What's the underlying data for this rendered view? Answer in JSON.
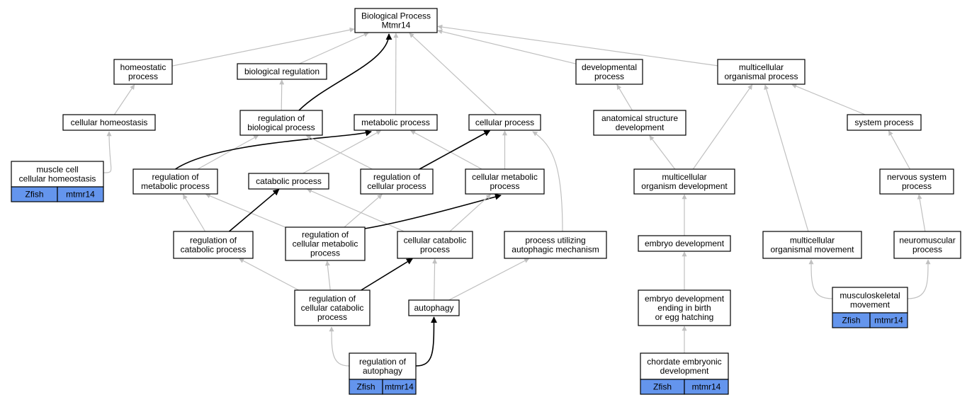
{
  "colors": {
    "edge_gray": "#c0c0c0",
    "edge_black": "#000000",
    "tag_fill": "#6495ed"
  },
  "nodes": [
    {
      "id": "bp",
      "lines": [
        "Biological Process",
        "Mtmr14"
      ]
    },
    {
      "id": "homeostatic",
      "lines": [
        "homeostatic",
        "process"
      ]
    },
    {
      "id": "bioreg",
      "lines": [
        "biological regulation"
      ]
    },
    {
      "id": "devproc",
      "lines": [
        "developmental",
        "process"
      ]
    },
    {
      "id": "multiorg",
      "lines": [
        "multicellular",
        "organismal process"
      ]
    },
    {
      "id": "cellhomeo",
      "lines": [
        "cellular homeostasis"
      ]
    },
    {
      "id": "regbio",
      "lines": [
        "regulation of",
        "biological process"
      ]
    },
    {
      "id": "metab",
      "lines": [
        "metabolic process"
      ]
    },
    {
      "id": "cellproc",
      "lines": [
        "cellular process"
      ]
    },
    {
      "id": "anat",
      "lines": [
        "anatomical structure",
        "development"
      ]
    },
    {
      "id": "sysproc",
      "lines": [
        "system process"
      ]
    },
    {
      "id": "musclehomeo",
      "lines": [
        "muscle cell",
        "cellular homeostasis"
      ],
      "tags": [
        "Zfish",
        "mtmr14"
      ]
    },
    {
      "id": "regmetab",
      "lines": [
        "regulation of",
        "metabolic process"
      ]
    },
    {
      "id": "catab",
      "lines": [
        "catabolic process"
      ]
    },
    {
      "id": "regcell",
      "lines": [
        "regulation of",
        "cellular process"
      ]
    },
    {
      "id": "cellmetab",
      "lines": [
        "cellular metabolic",
        "process"
      ]
    },
    {
      "id": "multidev",
      "lines": [
        "multicellular",
        "organism development"
      ]
    },
    {
      "id": "nervsys",
      "lines": [
        "nervous system",
        "process"
      ]
    },
    {
      "id": "regcatab",
      "lines": [
        "regulation of",
        "catabolic process"
      ]
    },
    {
      "id": "regcellmetab",
      "lines": [
        "regulation of",
        "cellular metabolic",
        "process"
      ]
    },
    {
      "id": "cellcatab",
      "lines": [
        "cellular catabolic",
        "process"
      ]
    },
    {
      "id": "autophmech",
      "lines": [
        "process utilizing",
        "autophagic mechanism"
      ]
    },
    {
      "id": "embryodev",
      "lines": [
        "embryo development"
      ]
    },
    {
      "id": "multimove",
      "lines": [
        "multicellular",
        "organismal movement"
      ]
    },
    {
      "id": "neuromusc",
      "lines": [
        "neuromuscular",
        "process"
      ]
    },
    {
      "id": "regcellcatab",
      "lines": [
        "regulation of",
        "cellular catabolic",
        "process"
      ]
    },
    {
      "id": "autophagy",
      "lines": [
        "autophagy"
      ]
    },
    {
      "id": "embryobirth",
      "lines": [
        "embryo development",
        "ending in birth",
        "or egg hatching"
      ]
    },
    {
      "id": "musculoskel",
      "lines": [
        "musculoskeletal",
        "movement"
      ],
      "tags": [
        "Zfish",
        "mtmr14"
      ]
    },
    {
      "id": "regautoph",
      "lines": [
        "regulation of",
        "autophagy"
      ],
      "tags": [
        "Zfish",
        "mtmr14"
      ]
    },
    {
      "id": "chordate",
      "lines": [
        "chordate embryonic",
        "development"
      ],
      "tags": [
        "Zfish",
        "mtmr14"
      ]
    }
  ],
  "edges": [
    {
      "from": "homeostatic",
      "to": "bp",
      "style": "gray"
    },
    {
      "from": "bioreg",
      "to": "bp",
      "style": "gray"
    },
    {
      "from": "devproc",
      "to": "bp",
      "style": "gray"
    },
    {
      "from": "multiorg",
      "to": "bp",
      "style": "gray"
    },
    {
      "from": "regbio",
      "to": "bp",
      "style": "black"
    },
    {
      "from": "metab",
      "to": "bp",
      "style": "gray"
    },
    {
      "from": "cellproc",
      "to": "bp",
      "style": "gray"
    },
    {
      "from": "cellhomeo",
      "to": "homeostatic",
      "style": "gray"
    },
    {
      "from": "regbio",
      "to": "bioreg",
      "style": "gray"
    },
    {
      "from": "anat",
      "to": "devproc",
      "style": "gray"
    },
    {
      "from": "sysproc",
      "to": "multiorg",
      "style": "gray"
    },
    {
      "from": "multidev",
      "to": "multiorg",
      "style": "gray"
    },
    {
      "from": "multimove",
      "to": "multiorg",
      "style": "gray"
    },
    {
      "from": "musclehomeo",
      "to": "cellhomeo",
      "style": "gray"
    },
    {
      "from": "regmetab",
      "to": "regbio",
      "style": "gray"
    },
    {
      "from": "regmetab",
      "to": "metab",
      "style": "black"
    },
    {
      "from": "regcell",
      "to": "regbio",
      "style": "gray"
    },
    {
      "from": "catab",
      "to": "metab",
      "style": "gray"
    },
    {
      "from": "cellmetab",
      "to": "metab",
      "style": "gray"
    },
    {
      "from": "regcell",
      "to": "cellproc",
      "style": "black"
    },
    {
      "from": "cellmetab",
      "to": "cellproc",
      "style": "gray"
    },
    {
      "from": "autophmech",
      "to": "cellproc",
      "style": "gray"
    },
    {
      "from": "multidev",
      "to": "anat",
      "style": "gray"
    },
    {
      "from": "nervsys",
      "to": "sysproc",
      "style": "gray"
    },
    {
      "from": "regcatab",
      "to": "regmetab",
      "style": "gray"
    },
    {
      "from": "regcellmetab",
      "to": "regmetab",
      "style": "gray"
    },
    {
      "from": "regcatab",
      "to": "catab",
      "style": "black"
    },
    {
      "from": "cellcatab",
      "to": "catab",
      "style": "gray"
    },
    {
      "from": "regcellmetab",
      "to": "regcell",
      "style": "gray"
    },
    {
      "from": "regcellmetab",
      "to": "cellmetab",
      "style": "black"
    },
    {
      "from": "cellcatab",
      "to": "cellmetab",
      "style": "gray"
    },
    {
      "from": "embryodev",
      "to": "multidev",
      "style": "gray"
    },
    {
      "from": "neuromusc",
      "to": "nervsys",
      "style": "gray"
    },
    {
      "from": "regcellcatab",
      "to": "regcatab",
      "style": "gray"
    },
    {
      "from": "regcellcatab",
      "to": "regcellmetab",
      "style": "gray"
    },
    {
      "from": "regcellcatab",
      "to": "cellcatab",
      "style": "black"
    },
    {
      "from": "autophagy",
      "to": "cellcatab",
      "style": "gray"
    },
    {
      "from": "autophagy",
      "to": "autophmech",
      "style": "gray"
    },
    {
      "from": "embryobirth",
      "to": "embryodev",
      "style": "gray"
    },
    {
      "from": "musculoskel",
      "to": "multimove",
      "style": "gray"
    },
    {
      "from": "musculoskel",
      "to": "neuromusc",
      "style": "gray"
    },
    {
      "from": "regautoph",
      "to": "regcellcatab",
      "style": "gray"
    },
    {
      "from": "regautoph",
      "to": "autophagy",
      "style": "black"
    },
    {
      "from": "chordate",
      "to": "embryobirth",
      "style": "gray"
    }
  ]
}
